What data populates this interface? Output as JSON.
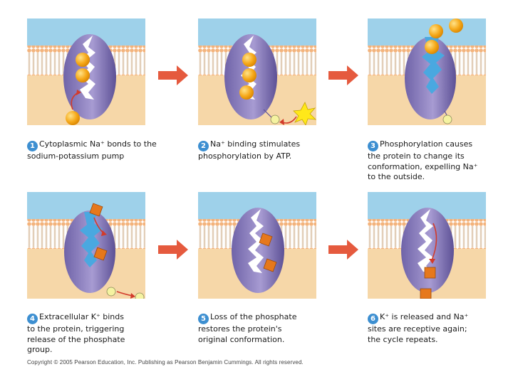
{
  "steps": [
    {
      "number": "1",
      "caption": "Cytoplasmic Na⁺ bonds to the sodium-potassium pump"
    },
    {
      "number": "2",
      "caption": "Na⁺ binding stimulates phosphorylation by ATP."
    },
    {
      "number": "3",
      "caption": "Phosphorylation causes the protein to change its conformation, expelling Na⁺ to the outside."
    },
    {
      "number": "4",
      "caption": "Extracellular K⁺ binds to the protein, triggering release of the phosphate group."
    },
    {
      "number": "5",
      "caption": "Loss of the phosphate restores the protein's original conformation."
    },
    {
      "number": "6",
      "caption": "K⁺ is released and Na⁺ sites are receptive again; the cycle repeats."
    }
  ],
  "copyright": "Copyright © 2005 Pearson Education, Inc. Publishing as Pearson Benjamin Cummings. All rights reserved.",
  "colors": {
    "extracellular": "#9ed1ea",
    "cytoplasm": "#f6d7a8",
    "membrane_head": "#f3b37c",
    "protein": "#8a7cb9",
    "channel": "#4aa8e0",
    "sodium": "#f2a516",
    "potassium": "#e6781c",
    "phosphate": "#f5f3a1",
    "atp": "#ffe81a",
    "step_arrow": "#e55a3e",
    "badge": "#3d8fd1"
  }
}
